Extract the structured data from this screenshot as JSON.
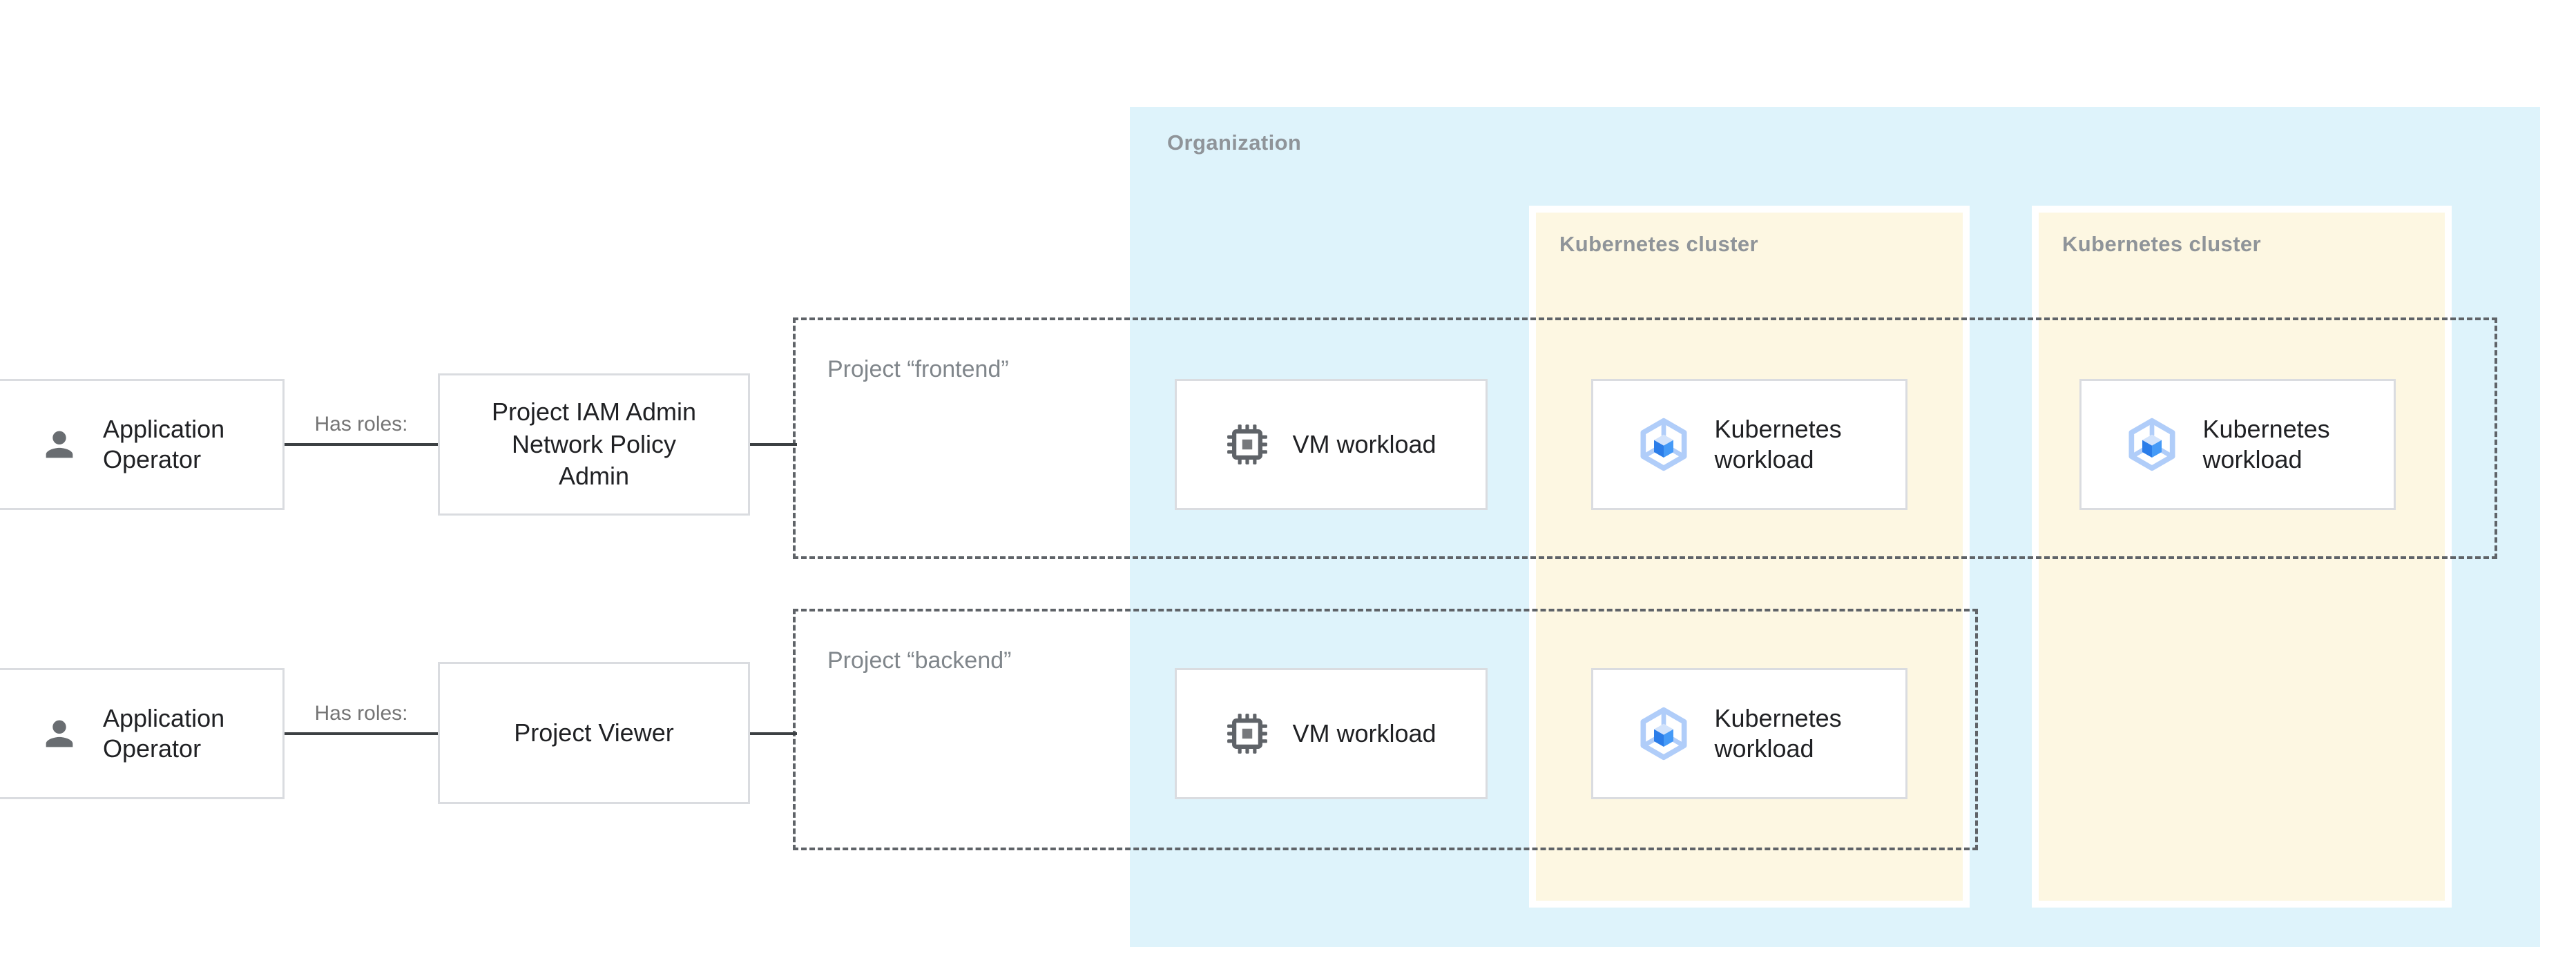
{
  "organization": {
    "label": "Organization"
  },
  "clusters": [
    {
      "id": "cluster-1",
      "label": "Kubernetes cluster"
    },
    {
      "id": "cluster-2",
      "label": "Kubernetes cluster"
    }
  ],
  "projects": [
    {
      "id": "frontend",
      "label": "Project “frontend”"
    },
    {
      "id": "backend",
      "label": "Project “backend”"
    }
  ],
  "rows": [
    {
      "actor_label": "Application Operator",
      "edge_label": "Has roles:",
      "role_label": "Project IAM Admin Network Policy Admin"
    },
    {
      "actor_label": "Application Operator",
      "edge_label": "Has roles:",
      "role_label": "Project Viewer"
    }
  ],
  "workloads": [
    {
      "kind": "vm",
      "label": "VM workload"
    },
    {
      "kind": "kubernetes",
      "label": "Kubernetes workload"
    },
    {
      "kind": "kubernetes",
      "label": "Kubernetes workload"
    },
    {
      "kind": "vm",
      "label": "VM workload"
    },
    {
      "kind": "kubernetes",
      "label": "Kubernetes workload"
    }
  ],
  "icons": {
    "actor": "person-icon",
    "vm": "cpu-chip-icon",
    "kubernetes": "gke-hexagon-cube-icon"
  },
  "colors": {
    "organization_fill": "#def3fb",
    "cluster_fill": "#fdf7e2",
    "cluster_stroke": "#ffffff",
    "box_border": "#dadce0",
    "dashed_border": "#5f6368",
    "connector": "#3c4043",
    "section_label": "#8f9499",
    "project_label": "#80868b",
    "edge_label": "#757575",
    "text": "#202124",
    "icon_gray": "#696d71",
    "gke_ring": "#b0cdf9",
    "gke_left": "#2b7de9",
    "gke_right": "#459af7",
    "gke_top": "#d2e3fc"
  }
}
